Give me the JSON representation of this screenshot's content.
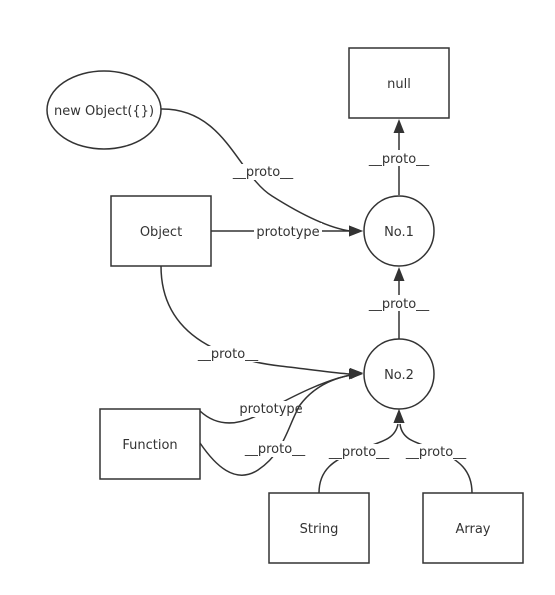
{
  "nodes": {
    "null_box": "null",
    "new_object": "new Object({})",
    "object_box": "Object",
    "no1": "No.1",
    "no2": "No.2",
    "function_box": "Function",
    "string_box": "String",
    "array_box": "Array"
  },
  "edges": {
    "no1_to_null": "__proto__",
    "new_object_to_no1": "__proto__",
    "object_to_no1": "prototype",
    "no2_to_no1": "__proto__",
    "object_to_no2": "__proto__",
    "function_prototype_to_no2": "prototype",
    "function_proto_to_no2": "__proto__",
    "string_to_no2": "__proto__",
    "array_to_no2": "__proto__"
  }
}
